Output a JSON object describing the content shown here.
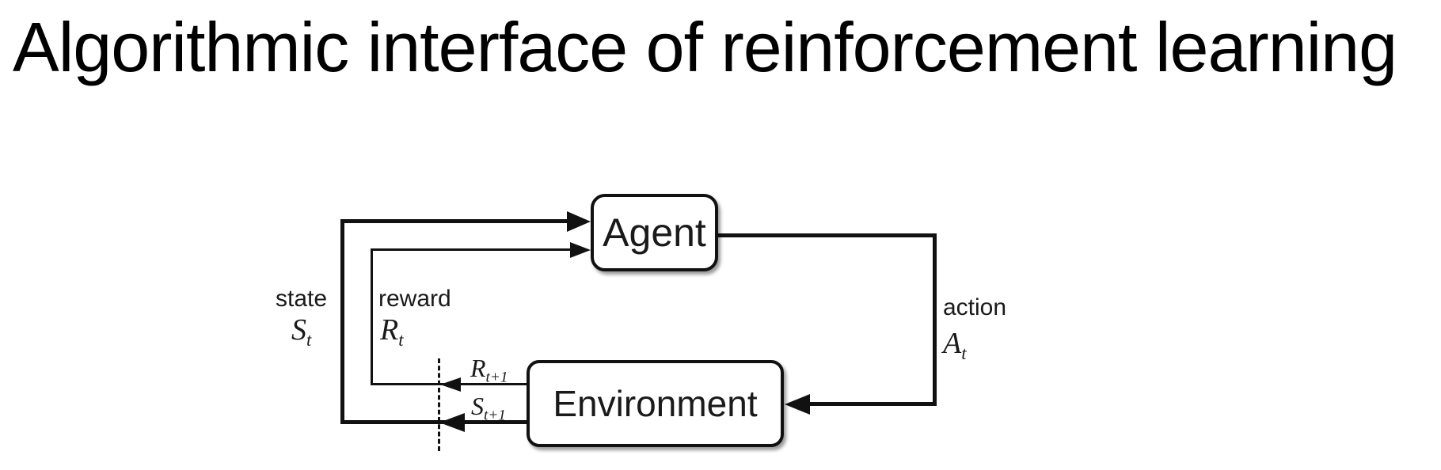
{
  "title": "Algorithmic interface of reinforcement learning",
  "diagram": {
    "nodes": {
      "agent": "Agent",
      "environment": "Environment"
    },
    "labels": {
      "state": "state",
      "reward": "reward",
      "action": "action"
    },
    "symbols": {
      "state": {
        "base": "S",
        "sub": "t"
      },
      "reward": {
        "base": "R",
        "sub": "t"
      },
      "action": {
        "base": "A",
        "sub": "t"
      },
      "next_reward": {
        "base": "R",
        "sub": "t+1"
      },
      "next_state": {
        "base": "S",
        "sub": "t+1"
      }
    },
    "colors": {
      "ink": "#111111",
      "background": "#ffffff"
    }
  }
}
